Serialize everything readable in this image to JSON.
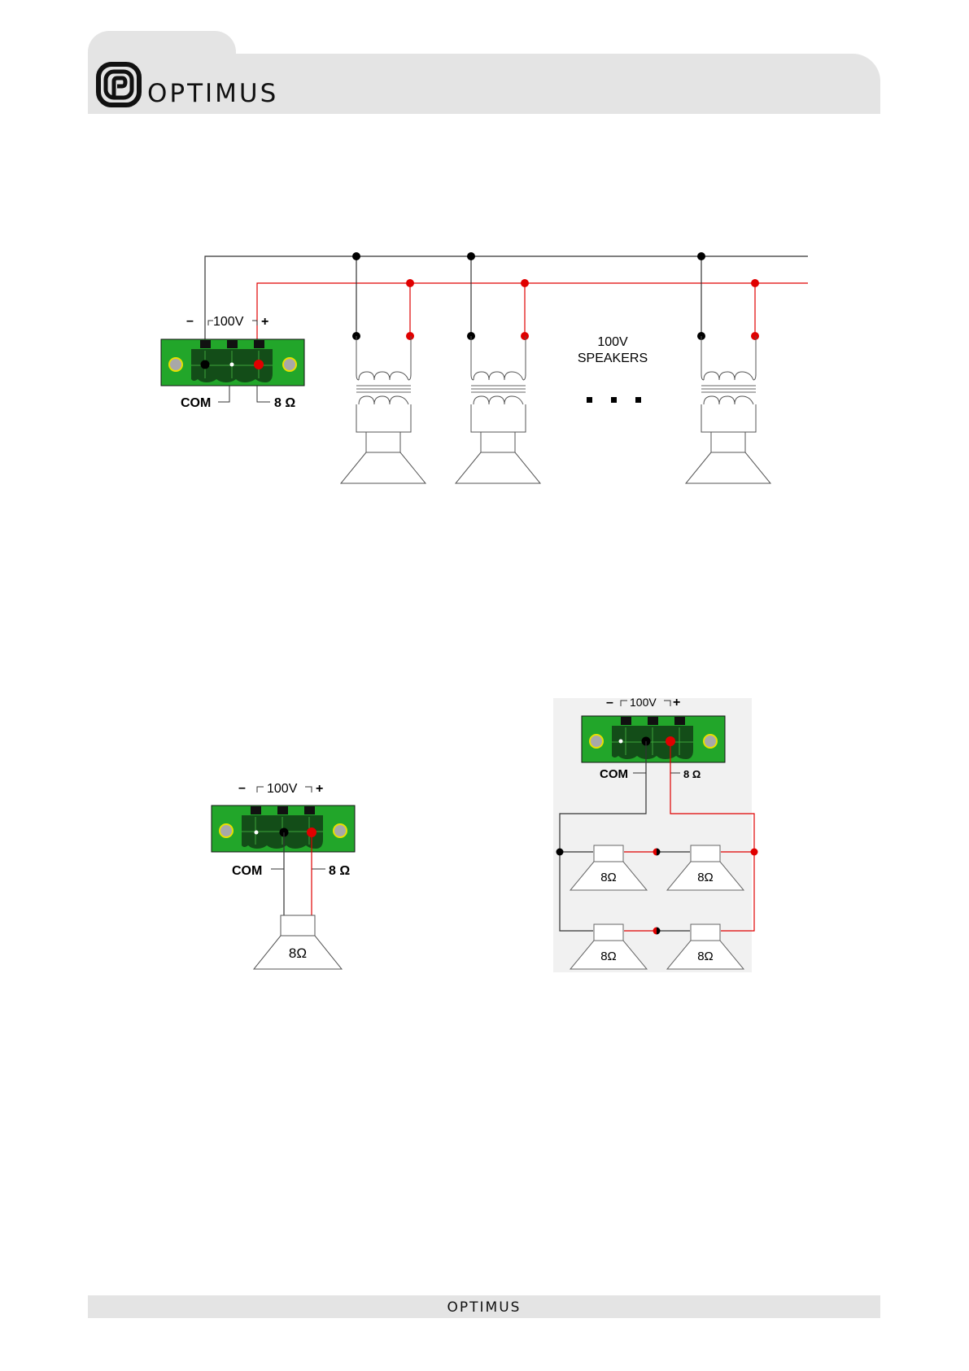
{
  "header": {
    "brand": "OPTIMUS"
  },
  "footer": {
    "brand": "OPTIMUS"
  },
  "colors": {
    "board": "#22a62a",
    "block": "#134d18",
    "positive_wire": "#e00000",
    "com_wire": "#000000",
    "header_bg": "#e4e4e4"
  },
  "terminal": {
    "minus": "–",
    "voltage": "100V",
    "plus": "+",
    "com": "COM",
    "ohm8": "8 Ω"
  },
  "diagram_top": {
    "speakers_label_line1": "100V",
    "speakers_label_line2": "SPEAKERS",
    "ellipsis": "▪ ▪ ▪"
  },
  "speaker_impedance": "8Ω"
}
